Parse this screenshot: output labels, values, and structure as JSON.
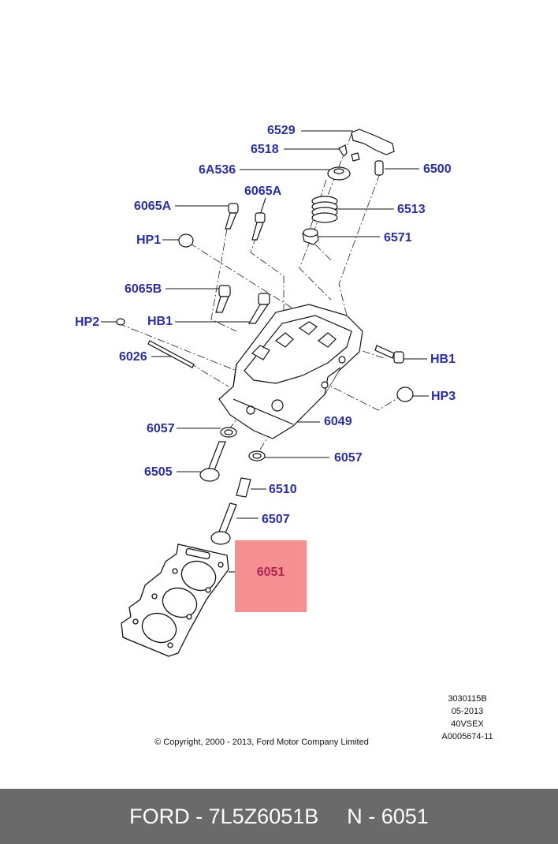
{
  "callouts": {
    "c6529": "6529",
    "c6518": "6518",
    "c6A536": "6A536",
    "c6500": "6500",
    "c6065A_1": "6065A",
    "c6065A_2": "6065A",
    "c6513": "6513",
    "cHP1": "HP1",
    "c6571": "6571",
    "c6065B": "6065B",
    "cHP2": "HP2",
    "cHB1_left": "HB1",
    "cHB1_right": "HB1",
    "c6026": "6026",
    "cHP3": "HP3",
    "c6057_left": "6057",
    "c6049": "6049",
    "c6057_right": "6057",
    "c6505": "6505",
    "c6510": "6510",
    "c6507": "6507"
  },
  "highlight": {
    "label": "6051",
    "color": "#f58a8c"
  },
  "info_block": {
    "line1": "3030115B",
    "line2": "05-2013",
    "line3": "40VSEX",
    "line4": "A0005674-11"
  },
  "copyright": "© Copyright, 2000 - 2013, Ford Motor Company Limited",
  "footer": {
    "part_text": "FORD - 7L5Z6051B",
    "ref_text": "N - 6051",
    "background": "#6a6a6a"
  },
  "colors": {
    "callout_text": "#2b2f9e",
    "line": "#111111"
  }
}
